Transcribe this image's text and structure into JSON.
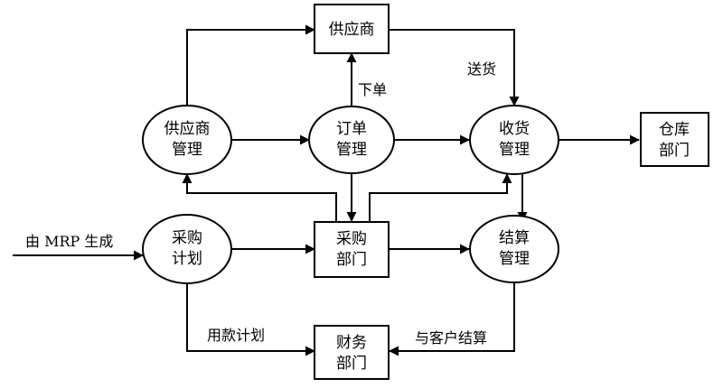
{
  "nodes": {
    "supplier": [
      "供应商"
    ],
    "supplier_mgmt": [
      "供应商",
      "管理"
    ],
    "order_mgmt": [
      "订单",
      "管理"
    ],
    "receiving_mgmt": [
      "收货",
      "管理"
    ],
    "warehouse": [
      "仓库",
      "部门"
    ],
    "purchase_plan": [
      "采购",
      "计划"
    ],
    "purchasing_dept": [
      "采购",
      "部门"
    ],
    "settlement_mgmt": [
      "结算",
      "管理"
    ],
    "finance_dept": [
      "财务",
      "部门"
    ]
  },
  "edge_labels": {
    "place_order": "下单",
    "delivery": "送货",
    "from_mrp": "由 MRP 生成",
    "payment_plan": "用款计划",
    "customer_settlement": "与客户结算"
  }
}
